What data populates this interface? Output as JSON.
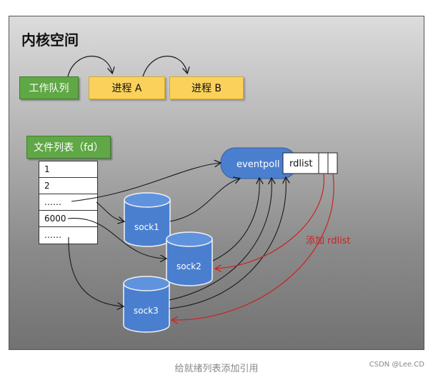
{
  "panel": {
    "title": "内核空间"
  },
  "work_queue": {
    "label": "工作队列"
  },
  "processes": [
    {
      "label": "进程 A"
    },
    {
      "label": "进程 B"
    }
  ],
  "fd_list": {
    "header": "文件列表（fd）",
    "rows": [
      "1",
      "2",
      "……",
      "6000",
      "……"
    ]
  },
  "eventpoll": {
    "label": "eventpoll",
    "rdlist_label": "rdlist"
  },
  "sockets": [
    "sock1",
    "sock2",
    "sock3"
  ],
  "annotation": {
    "label": "添加 rdlist"
  },
  "caption": "给就绪列表添加引用",
  "credit": "CSDN @Lee.CD",
  "colors": {
    "green": "#5fa845",
    "yellow": "#fbd15c",
    "blue": "#4a7fd0",
    "red_arrow": "#cc2222",
    "dark_arrow": "#1a1a1a"
  }
}
